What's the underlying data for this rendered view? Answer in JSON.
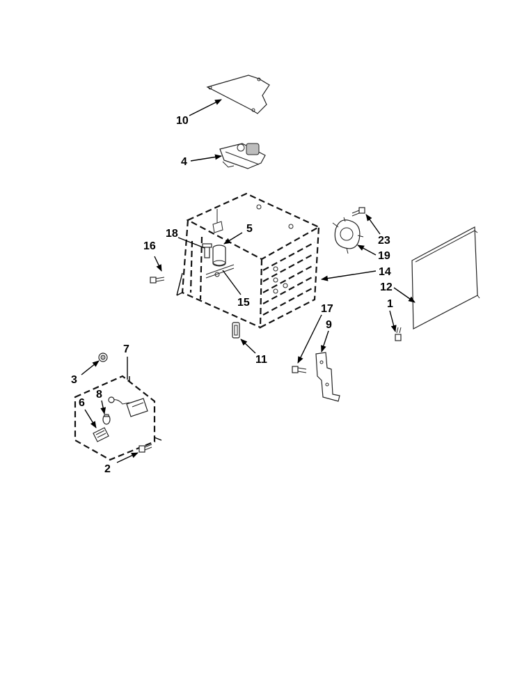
{
  "colors": {
    "line": "#000000",
    "background": "#ffffff",
    "shade": "#bdbdbd"
  },
  "labels": {
    "p10": "10",
    "p4": "4",
    "p18": "18",
    "p5": "5",
    "p16": "16",
    "p15": "15",
    "p23": "23",
    "p19": "19",
    "p14": "14",
    "p12": "12",
    "p1": "1",
    "p17": "17",
    "p9": "9",
    "p11": "11",
    "p7": "7",
    "p3": "3",
    "p8": "8",
    "p6": "6",
    "p2": "2"
  }
}
